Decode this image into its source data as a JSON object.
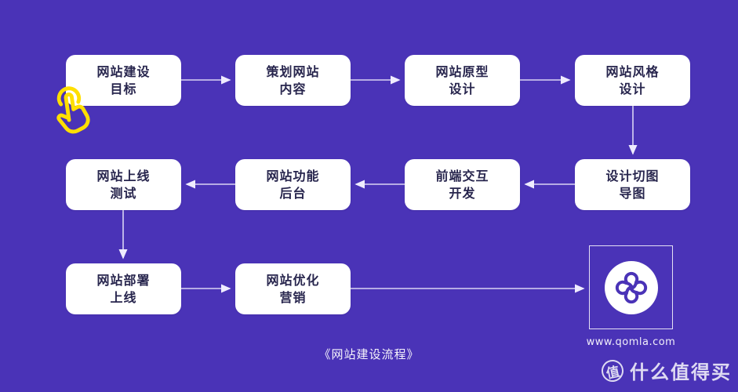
{
  "page": {
    "bg_color": "#4a33b7",
    "caption": "《网站建设流程》"
  },
  "flow": {
    "boxes": [
      {
        "line1": "网站建设",
        "line2": "目标"
      },
      {
        "line1": "策划网站",
        "line2": "内容"
      },
      {
        "line1": "网站原型",
        "line2": "设计"
      },
      {
        "line1": "网站风格",
        "line2": "设计"
      },
      {
        "line1": "网站上线",
        "line2": "测试"
      },
      {
        "line1": "网站功能",
        "line2": "后台"
      },
      {
        "line1": "前端交互",
        "line2": "开发"
      },
      {
        "line1": "设计切图",
        "line2": "导图"
      },
      {
        "line1": "网站部署",
        "line2": "上线"
      },
      {
        "line1": "网站优化",
        "line2": "营销"
      }
    ],
    "colors": {
      "box_bg": "#ffffff",
      "box_text": "#27254d",
      "arrow": "#d9d4f4",
      "cursor_yellow": "#ffdf00"
    }
  },
  "brand": {
    "website_url": "www.qomla.com",
    "logo_color": "#4a33b7"
  },
  "watermark": {
    "badge": "值",
    "text": "什么值得买"
  }
}
